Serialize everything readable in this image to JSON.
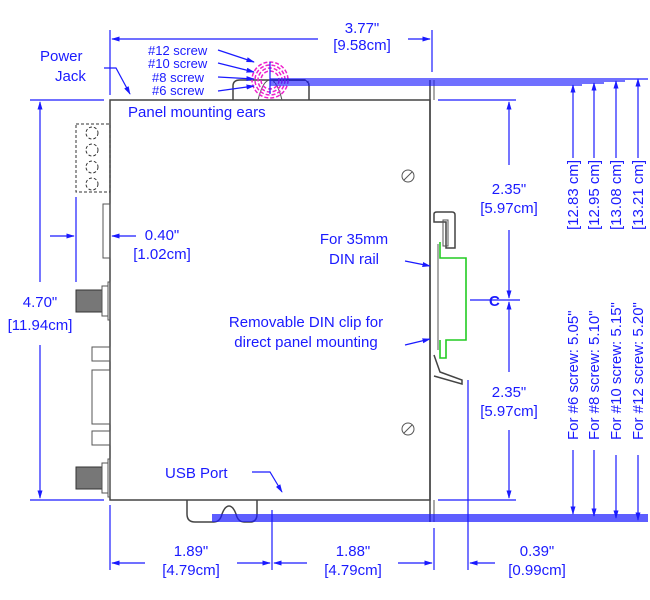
{
  "colors": {
    "dimension": "#1a1aff",
    "outline": "#444444",
    "din_rail": "#22cc22",
    "screw_heads": "#ee22cc"
  },
  "labels": {
    "power_jack": [
      "Power",
      "Jack"
    ],
    "panel_mounting_ears": "Panel mounting ears",
    "screws": [
      "#12 screw",
      "#10 screw",
      "#8 screw",
      "#6 screw"
    ],
    "din_rail": [
      "For 35mm",
      "DIN rail"
    ],
    "din_clip": [
      "Removable DIN clip for",
      "direct panel mounting"
    ],
    "usb_port": "USB Port",
    "centerline": "C"
  },
  "dimensions": {
    "top_width": {
      "in": "3.77\"",
      "cm": "[9.58cm]"
    },
    "height": {
      "in": "4.70\"",
      "cm": "[11.94cm]"
    },
    "connector_depth": {
      "in": "0.40\"",
      "cm": "[1.02cm]"
    },
    "upper_half": {
      "in": "2.35\"",
      "cm": "[5.97cm]"
    },
    "lower_half": {
      "in": "2.35\"",
      "cm": "[5.97cm]"
    },
    "bottom_left": {
      "in": "1.89\"",
      "cm": "[4.79cm]"
    },
    "bottom_right": {
      "in": "1.88\"",
      "cm": "[4.79cm]"
    },
    "clip_depth": {
      "in": "0.39\"",
      "cm": "[0.99cm]"
    },
    "screw_heights": [
      {
        "in": "For #6 screw: 5.05\"",
        "cm": "[12.83 cm]"
      },
      {
        "in": "For #8 screw: 5.10\"",
        "cm": "[12.95 cm]"
      },
      {
        "in": "For #10 screw: 5.15\"",
        "cm": "[13.08 cm]"
      },
      {
        "in": "For #12 screw: 5.20\"",
        "cm": "[13.21 cm]"
      }
    ]
  }
}
